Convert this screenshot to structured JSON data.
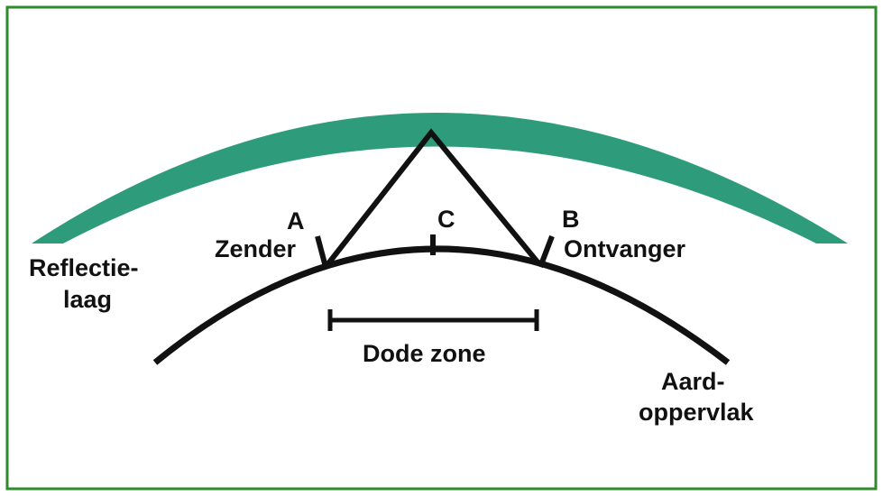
{
  "colors": {
    "frame": "#2f8a2a",
    "reflection_layer": "#2e9b7a",
    "ink": "#111111",
    "background": "#ffffff"
  },
  "labels": {
    "point_a": "A",
    "transmitter": "Zender",
    "point_c": "C",
    "point_b": "B",
    "receiver": "Ontvanger",
    "reflection_line1": "Reflectie-",
    "reflection_line2": "laag",
    "dead_zone": "Dode zone",
    "earth_line1": "Aard-",
    "earth_line2": "oppervlak"
  }
}
